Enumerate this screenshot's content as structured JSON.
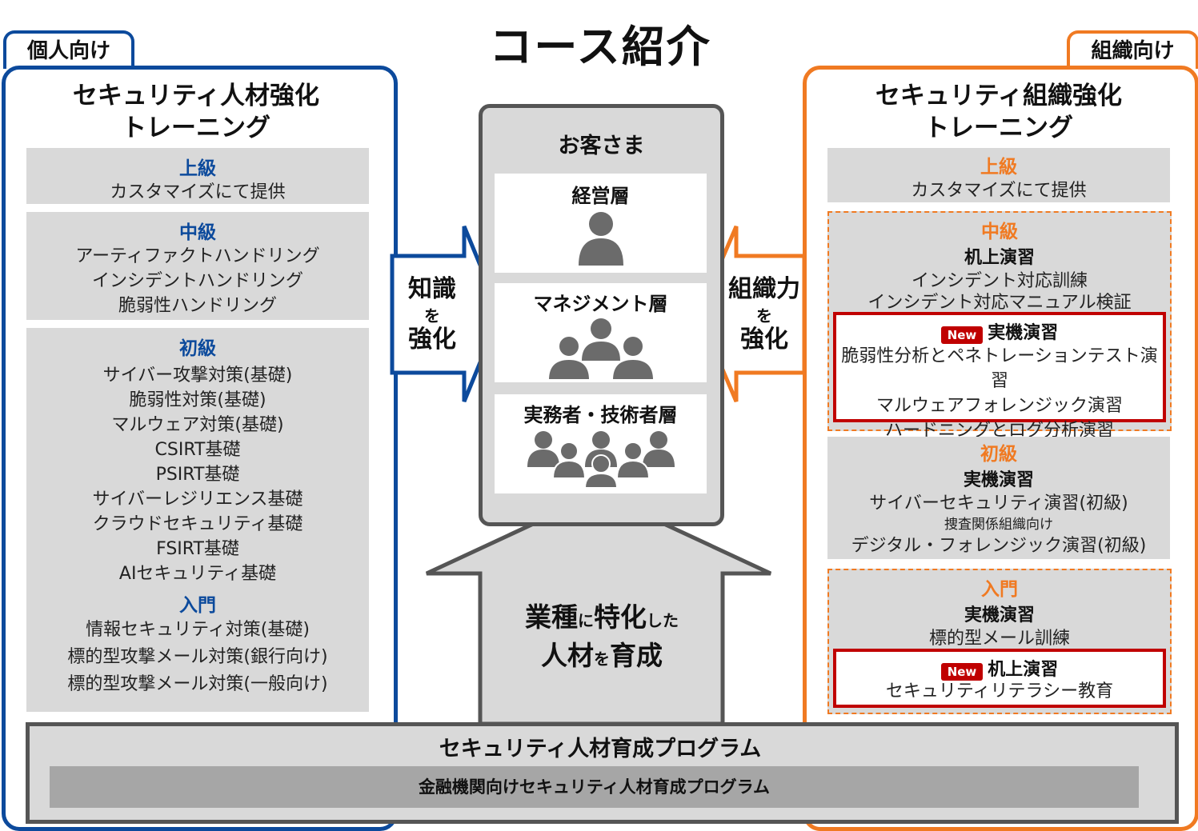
{
  "title": "コース紹介",
  "colors": {
    "individual": "#0c4a9c",
    "organization": "#f07a22",
    "new_badge": "#c00000",
    "panel": "#d9d9d9"
  },
  "left": {
    "tab": "個人向け",
    "heading_line1": "セキュリティ人材強化",
    "heading_line2": "トレーニング",
    "advanced": {
      "level": "上級",
      "items": [
        "カスタマイズにて提供"
      ]
    },
    "intermediate": {
      "level": "中級",
      "items": [
        "アーティファクトハンドリング",
        "インシデントハンドリング",
        "脆弱性ハンドリング"
      ]
    },
    "beginner": {
      "level": "初級",
      "items": [
        "サイバー攻撃対策(基礎)",
        "脆弱性対策(基礎)",
        "マルウェア対策(基礎)",
        "CSIRT基礎",
        "PSIRT基礎",
        "サイバーレジリエンス基礎",
        "クラウドセキュリティ基礎",
        "FSIRT基礎",
        "AIセキュリティ基礎"
      ]
    },
    "intro": {
      "level": "入門",
      "items": [
        "情報セキュリティ対策(基礎)",
        "標的型攻撃メール対策(銀行向け)",
        "標的型攻撃メール対策(一般向け)"
      ]
    }
  },
  "right": {
    "tab": "組織向け",
    "heading_line1": "セキュリティ組織強化",
    "heading_line2": "トレーニング",
    "advanced": {
      "level": "上級",
      "items": [
        "カスタマイズにて提供"
      ]
    },
    "intermediate": {
      "level": "中級",
      "tabletop": "机上演習",
      "tabletop_items": [
        "インシデント対応訓練",
        "インシデント対応マニュアル検証"
      ],
      "badge": "New",
      "hands_on": "実機演習",
      "hands_on_items": [
        "脆弱性分析とペネトレーションテスト演習",
        "マルウェアフォレンジック演習",
        "ハードニングとログ分析演習"
      ]
    },
    "beginner": {
      "level": "初級",
      "hands_on": "実機演習",
      "item1": "サイバーセキュリティ演習(初級)",
      "note": "捜査関係組織向け",
      "item2": "デジタル・フォレンジック演習(初級)"
    },
    "intro": {
      "level": "入門",
      "hands_on": "実機演習",
      "hands_on_item": "標的型メール訓練",
      "badge": "New",
      "tabletop": "机上演習",
      "tabletop_item": "セキュリティリテラシー教育"
    }
  },
  "customers": {
    "heading": "お客さま",
    "groups": [
      "経営層",
      "マネジメント層",
      "実務者・技術者層"
    ]
  },
  "arrows": {
    "left": {
      "line1": "知識",
      "line2": "を",
      "line3": "強化"
    },
    "right": {
      "line1": "組織力",
      "line2": "を",
      "line3": "強化"
    },
    "up": {
      "a": "業種",
      "b": "に",
      "c": "特化",
      "d": "した",
      "e": "人材",
      "f": "を",
      "g": "育成"
    }
  },
  "program": {
    "title": "セキュリティ人材育成プログラム",
    "sub": "金融機関向けセキュリティ人材育成プログラム"
  },
  "icons": [
    "person-icon",
    "people-group-icon"
  ]
}
